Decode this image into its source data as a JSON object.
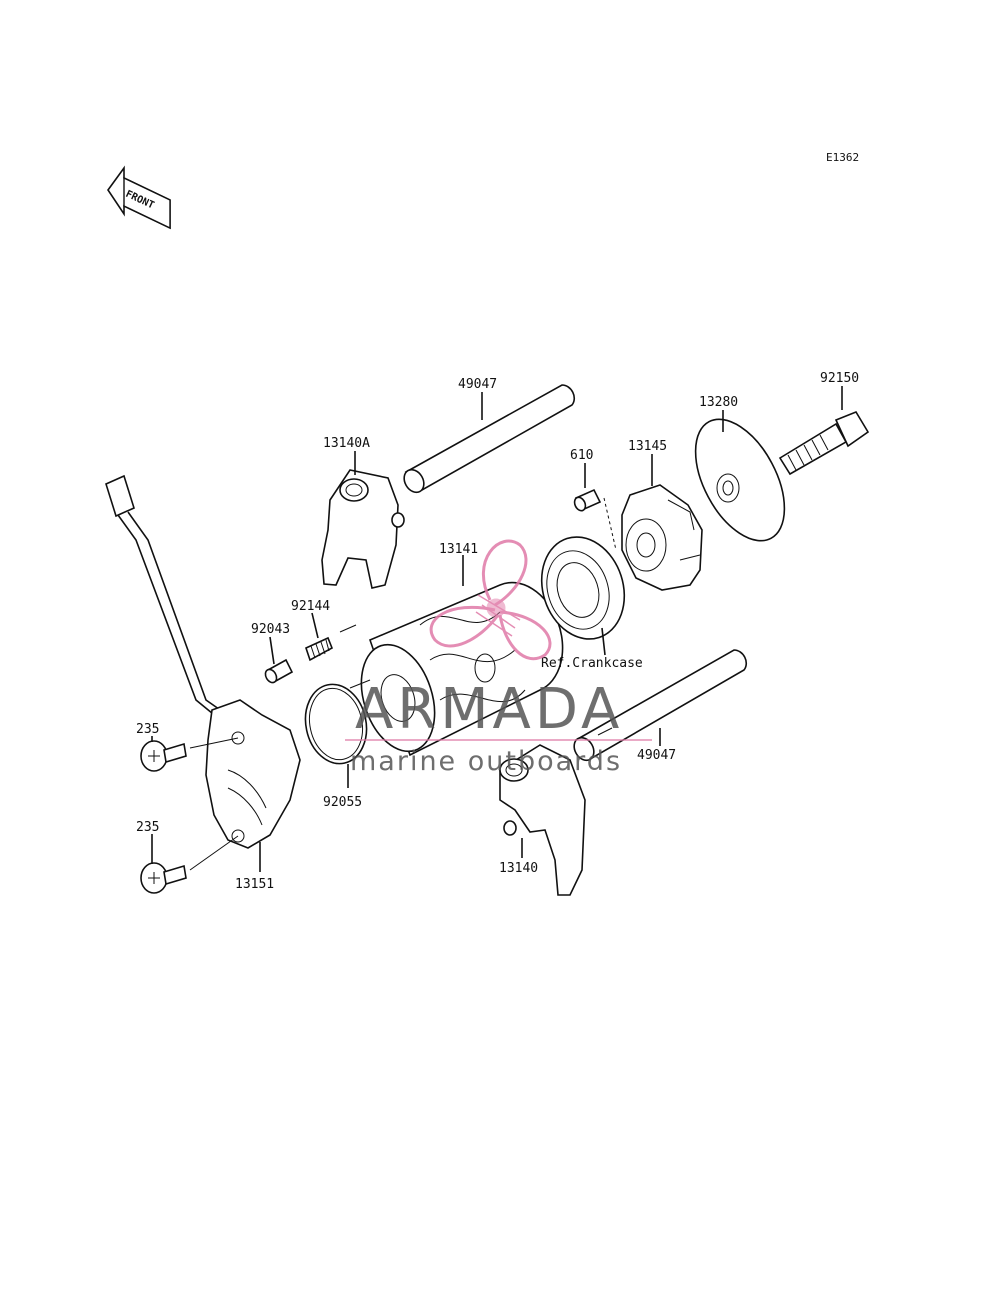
{
  "diagram_code": "E1362",
  "front_label": "FRONT",
  "reference_note": "Ref.Crankcase",
  "watermark": {
    "brand": "ARMADA",
    "tagline": "marine outboards",
    "color": "#e07aa7",
    "text_color": "#555555"
  },
  "parts": {
    "shaft_upper": "49047",
    "shift_fork_a": "13140A",
    "shift_drum": "13141",
    "pin": "610",
    "holder": "13145",
    "cam_plate": "13280",
    "bolt": "92150",
    "spring": "92144",
    "pin_small": "92043",
    "o_ring": "92055",
    "shaft_lower": "49047",
    "shift_fork": "13140",
    "screw_upper": "235",
    "screw_lower": "235",
    "sensor": "13151"
  }
}
